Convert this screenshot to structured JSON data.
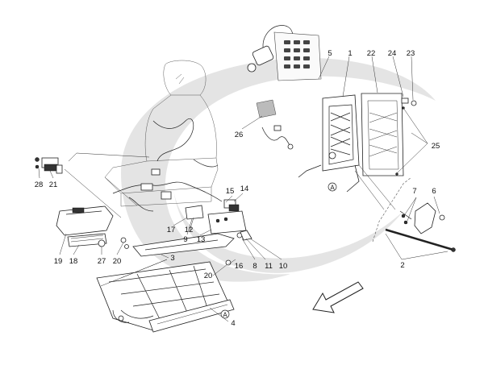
{
  "diagram": {
    "callouts": [
      {
        "id": "c1",
        "label": "1"
      },
      {
        "id": "c5",
        "label": "5"
      },
      {
        "id": "c22",
        "label": "22"
      },
      {
        "id": "c24",
        "label": "24"
      },
      {
        "id": "c23",
        "label": "23"
      },
      {
        "id": "c25",
        "label": "25"
      },
      {
        "id": "c26",
        "label": "26"
      },
      {
        "id": "c7",
        "label": "7"
      },
      {
        "id": "c6",
        "label": "6"
      },
      {
        "id": "c2",
        "label": "2"
      },
      {
        "id": "c28",
        "label": "28"
      },
      {
        "id": "c21",
        "label": "21"
      },
      {
        "id": "c15",
        "label": "15"
      },
      {
        "id": "c14",
        "label": "14"
      },
      {
        "id": "c17",
        "label": "17"
      },
      {
        "id": "c12",
        "label": "12"
      },
      {
        "id": "c9",
        "label": "9"
      },
      {
        "id": "c13",
        "label": "13"
      },
      {
        "id": "c19",
        "label": "19"
      },
      {
        "id": "c18",
        "label": "18"
      },
      {
        "id": "c27",
        "label": "27"
      },
      {
        "id": "c20a",
        "label": "20"
      },
      {
        "id": "c3",
        "label": "3"
      },
      {
        "id": "c16",
        "label": "16"
      },
      {
        "id": "c8",
        "label": "8"
      },
      {
        "id": "c11",
        "label": "11"
      },
      {
        "id": "c10",
        "label": "10"
      },
      {
        "id": "c20b",
        "label": "20"
      },
      {
        "id": "c4",
        "label": "4"
      }
    ],
    "markers": [
      {
        "id": "mA1",
        "label": "A"
      },
      {
        "id": "mA2",
        "label": "A"
      }
    ],
    "colors": {
      "background": "#ffffff",
      "swoosh": "#e4e4e4",
      "lines": "#222222"
    }
  }
}
